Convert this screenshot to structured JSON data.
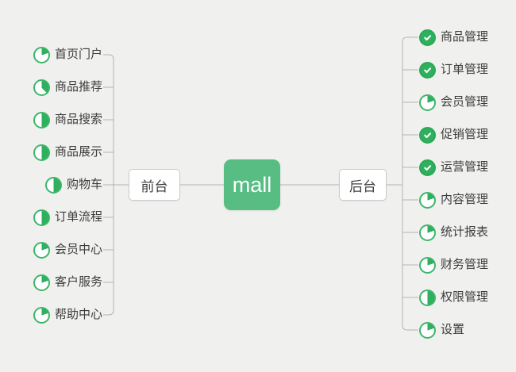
{
  "canvas": {
    "background_color": "#f0f1ee",
    "connector_color": "#b3b3b3"
  },
  "root": {
    "label": "mall",
    "color": "#57bd83",
    "text_color": "#ffffff"
  },
  "branches": {
    "front": {
      "label": "前台",
      "items": [
        {
          "label": "首页门户",
          "progress": "20"
        },
        {
          "label": "商品推荐",
          "progress": "38"
        },
        {
          "label": "商品搜索",
          "progress": "50"
        },
        {
          "label": "商品展示",
          "progress": "50"
        },
        {
          "label": "购物车",
          "progress": "50"
        },
        {
          "label": "订单流程",
          "progress": "50"
        },
        {
          "label": "会员中心",
          "progress": "20"
        },
        {
          "label": "客户服务",
          "progress": "20"
        },
        {
          "label": "帮助中心",
          "progress": "20"
        }
      ]
    },
    "back": {
      "label": "后台",
      "items": [
        {
          "label": "商品管理",
          "progress": "done"
        },
        {
          "label": "订单管理",
          "progress": "done"
        },
        {
          "label": "会员管理",
          "progress": "20"
        },
        {
          "label": "促销管理",
          "progress": "done"
        },
        {
          "label": "运营管理",
          "progress": "done"
        },
        {
          "label": "内容管理",
          "progress": "20"
        },
        {
          "label": "统计报表",
          "progress": "20"
        },
        {
          "label": "财务管理",
          "progress": "20"
        },
        {
          "label": "权限管理",
          "progress": "50"
        },
        {
          "label": "设置",
          "progress": "20"
        }
      ]
    }
  },
  "icon_legend": {
    "done": "check-circle-icon (green circle, white check)",
    "20": "pie-progress-icon 20% filled",
    "38": "pie-progress-icon 38% filled",
    "50": "pie-progress-icon 50% filled",
    "progress_fill_color": "#2fb05e",
    "progress_ring_color": "#3eb56b"
  }
}
